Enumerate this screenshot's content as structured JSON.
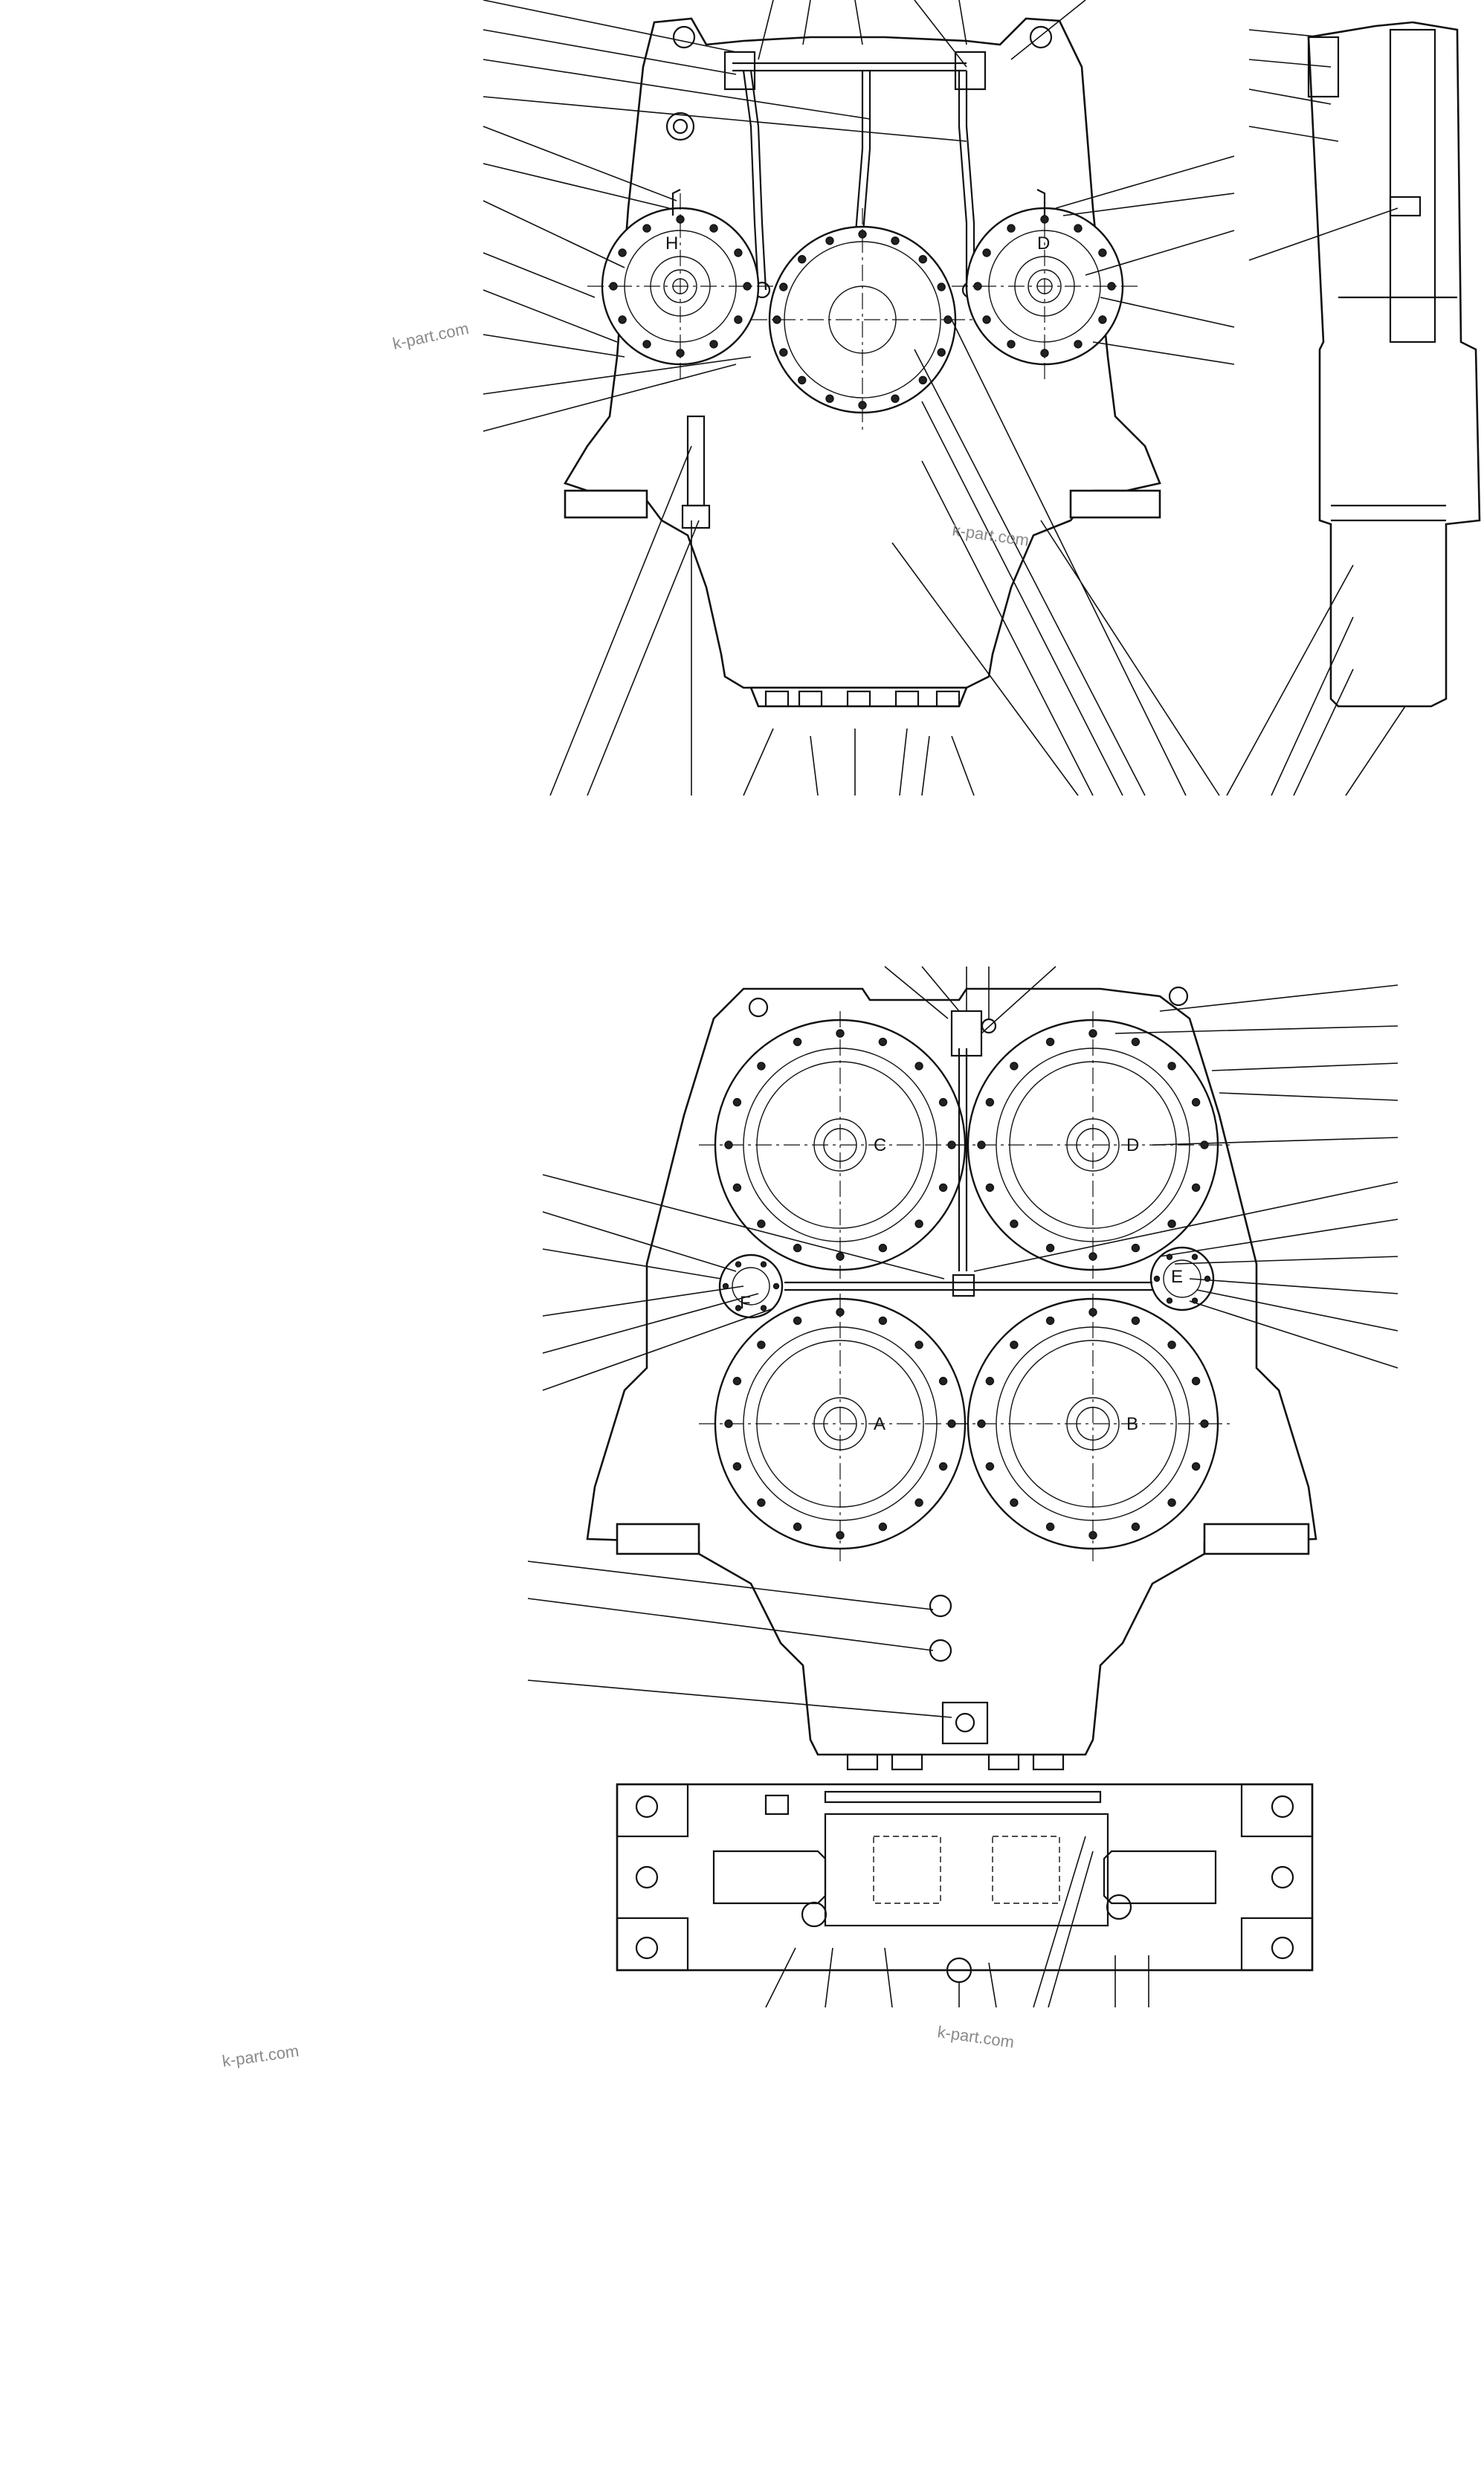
{
  "watermark": "k-part.com",
  "letters": {
    "h": "H",
    "d": "D",
    "c": "C",
    "a": "A",
    "b": "B",
    "e": "E",
    "f": "F"
  },
  "colors": {
    "line": "#111111",
    "watermark": "#8a8a8a",
    "background": "#ffffff"
  }
}
